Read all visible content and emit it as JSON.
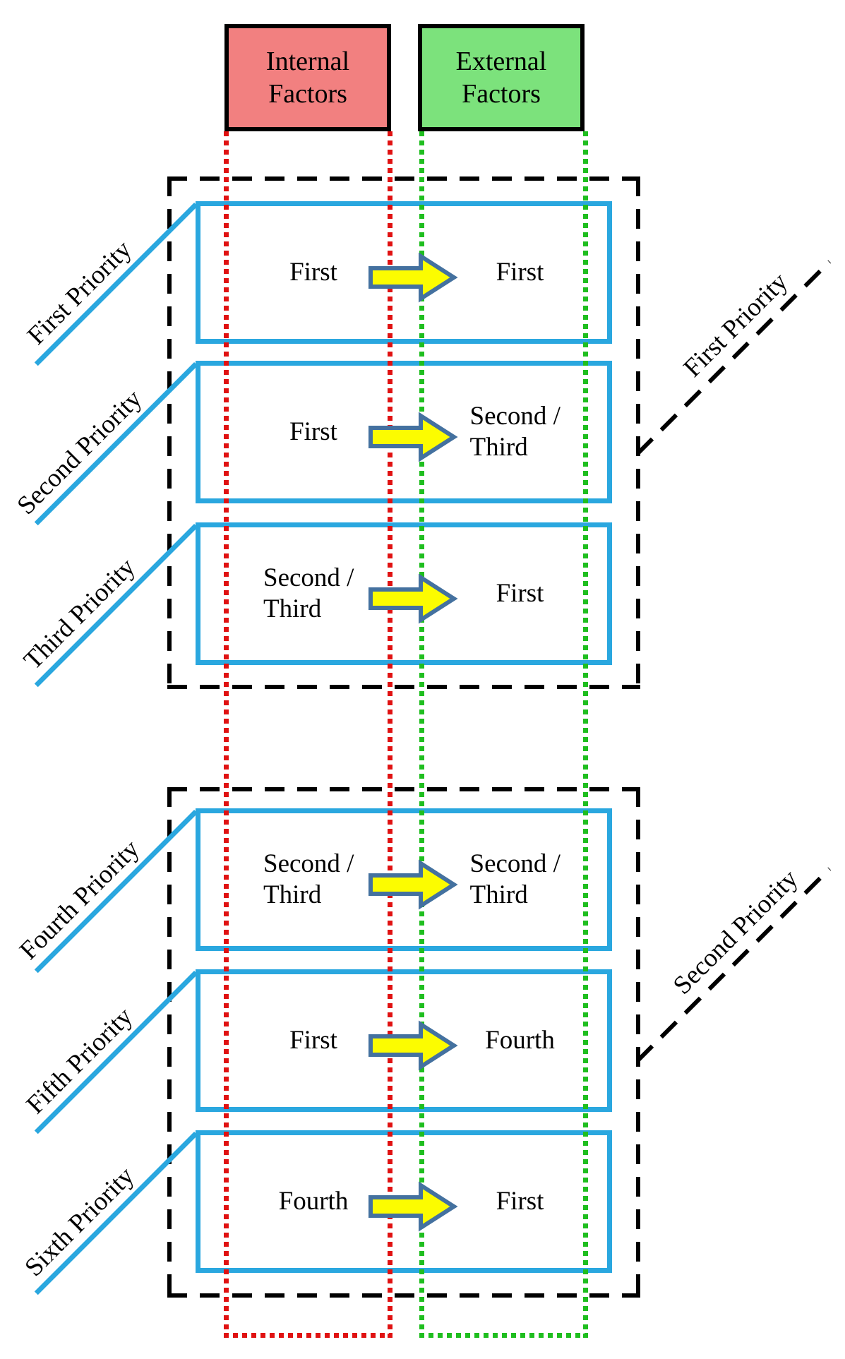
{
  "headers": {
    "internal": "Internal Factors",
    "external": "External Factors"
  },
  "groups": [
    {
      "right_label": "First Priority",
      "rows": [
        {
          "left_label": "First Priority",
          "internal": "First",
          "external": "First"
        },
        {
          "left_label": "Second Priority",
          "internal": "First",
          "external": "Second / Third"
        },
        {
          "left_label": "Third Priority",
          "internal": "Second / Third",
          "external": "First"
        }
      ]
    },
    {
      "right_label": "Second Priority",
      "rows": [
        {
          "left_label": "Fourth Priority",
          "internal": "Second / Third",
          "external": "Second / Third"
        },
        {
          "left_label": "Fifth Priority",
          "internal": "First",
          "external": "Fourth"
        },
        {
          "left_label": "Sixth Priority",
          "internal": "Fourth",
          "external": "First"
        }
      ]
    }
  ],
  "colors": {
    "internal_fill": "#F28080",
    "external_fill": "#7CE27C",
    "box_border": "#2AA7DF",
    "arrow_fill": "#FCFC00",
    "arrow_border": "#44719F",
    "red_line": "#E01212",
    "green_line": "#1FBE1F",
    "dash_color": "#000000"
  }
}
